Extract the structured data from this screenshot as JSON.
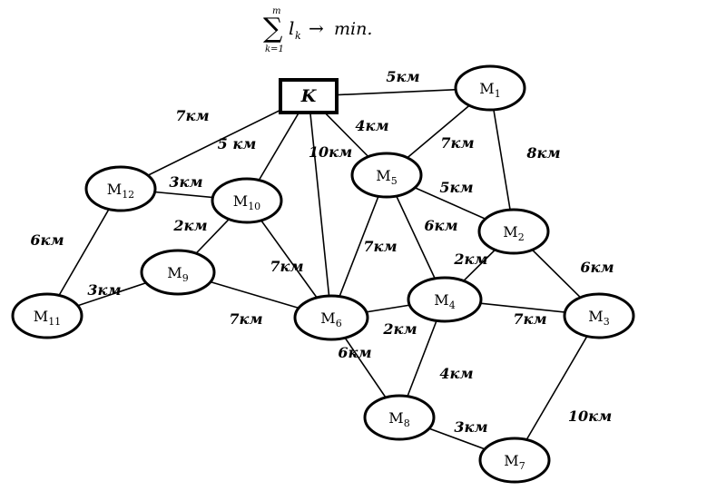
{
  "formula": {
    "sum_symbol": "∑",
    "upper": "m",
    "lower": "k=1",
    "term": "l",
    "term_sub": "k",
    "arrow": "→",
    "rhs": "min."
  },
  "nodes": [
    {
      "id": "K",
      "label": "K",
      "sub": "",
      "shape": "rect"
    },
    {
      "id": "M1",
      "label": "M",
      "sub": "1",
      "shape": "ellipse"
    },
    {
      "id": "M2",
      "label": "M",
      "sub": "2",
      "shape": "ellipse"
    },
    {
      "id": "M3",
      "label": "M",
      "sub": "3",
      "shape": "ellipse"
    },
    {
      "id": "M4",
      "label": "M",
      "sub": "4",
      "shape": "ellipse"
    },
    {
      "id": "M5",
      "label": "M",
      "sub": "5",
      "shape": "ellipse"
    },
    {
      "id": "M6",
      "label": "M",
      "sub": "6",
      "shape": "ellipse"
    },
    {
      "id": "M7",
      "label": "M",
      "sub": "7",
      "shape": "ellipse"
    },
    {
      "id": "M8",
      "label": "M",
      "sub": "8",
      "shape": "ellipse"
    },
    {
      "id": "M9",
      "label": "M",
      "sub": "9",
      "shape": "ellipse"
    },
    {
      "id": "M10",
      "label": "M",
      "sub": "10",
      "shape": "ellipse"
    },
    {
      "id": "M11",
      "label": "M",
      "sub": "11",
      "shape": "ellipse"
    },
    {
      "id": "M12",
      "label": "M",
      "sub": "12",
      "shape": "ellipse"
    }
  ],
  "edges": [
    {
      "from": "K",
      "to": "M1",
      "label": "5км"
    },
    {
      "from": "K",
      "to": "M12",
      "label": "7км"
    },
    {
      "from": "K",
      "to": "M10",
      "label": "5 км"
    },
    {
      "from": "K",
      "to": "M6",
      "label": "10км"
    },
    {
      "from": "K",
      "to": "M5",
      "label": "4км"
    },
    {
      "from": "M1",
      "to": "M5",
      "label": "7км"
    },
    {
      "from": "M1",
      "to": "M2",
      "label": "8км"
    },
    {
      "from": "M5",
      "to": "M2",
      "label": "5км"
    },
    {
      "from": "M5",
      "to": "M4",
      "label": "6км"
    },
    {
      "from": "M5",
      "to": "M6",
      "label": "7км"
    },
    {
      "from": "M2",
      "to": "M4",
      "label": "2км"
    },
    {
      "from": "M2",
      "to": "M3",
      "label": "6км"
    },
    {
      "from": "M12",
      "to": "M10",
      "label": "3км"
    },
    {
      "from": "M12",
      "to": "M11",
      "label": "6км"
    },
    {
      "from": "M10",
      "to": "M9",
      "label": "2км"
    },
    {
      "from": "M10",
      "to": "M6",
      "label": "7км"
    },
    {
      "from": "M9",
      "to": "M11",
      "label": "3км"
    },
    {
      "from": "M9",
      "to": "M6",
      "label": "7км"
    },
    {
      "from": "M6",
      "to": "M4",
      "label": "2км"
    },
    {
      "from": "M6",
      "to": "M8",
      "label": "6км"
    },
    {
      "from": "M4",
      "to": "M3",
      "label": "7км"
    },
    {
      "from": "M4",
      "to": "M8",
      "label": "4км"
    },
    {
      "from": "M8",
      "to": "M7",
      "label": "3км"
    },
    {
      "from": "M3",
      "to": "M7",
      "label": "10км"
    }
  ],
  "colors": {
    "stroke": "#000000",
    "background": "#ffffff"
  }
}
